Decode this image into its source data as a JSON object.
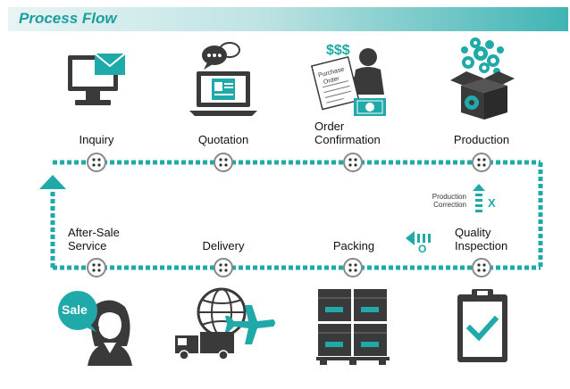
{
  "header": {
    "title": "Process Flow"
  },
  "stages": [
    {
      "label_lines": [
        "Inquiry"
      ]
    },
    {
      "label_lines": [
        "Quotation"
      ]
    },
    {
      "label_lines": [
        "Order",
        "Confirmation"
      ]
    },
    {
      "label_lines": [
        "Production"
      ]
    },
    {
      "label_lines": [
        "Quality",
        "Inspection"
      ]
    },
    {
      "label_lines": [
        "Packing"
      ]
    },
    {
      "label_lines": [
        "Delivery"
      ]
    },
    {
      "label_lines": [
        "After-Sale",
        "Service"
      ]
    }
  ],
  "icon_text": {
    "dollars": "$$$",
    "purchase_order_line1": "Purchase",
    "purchase_order_line2": "Order",
    "sale_badge": "Sale"
  },
  "correction": {
    "line1": "Production",
    "line2": "Correction",
    "x_mark": "X",
    "o_mark": "O"
  },
  "colors": {
    "accent": "#1fa9a9",
    "dark": "#3a3a3a",
    "node_ring": "#888888"
  }
}
